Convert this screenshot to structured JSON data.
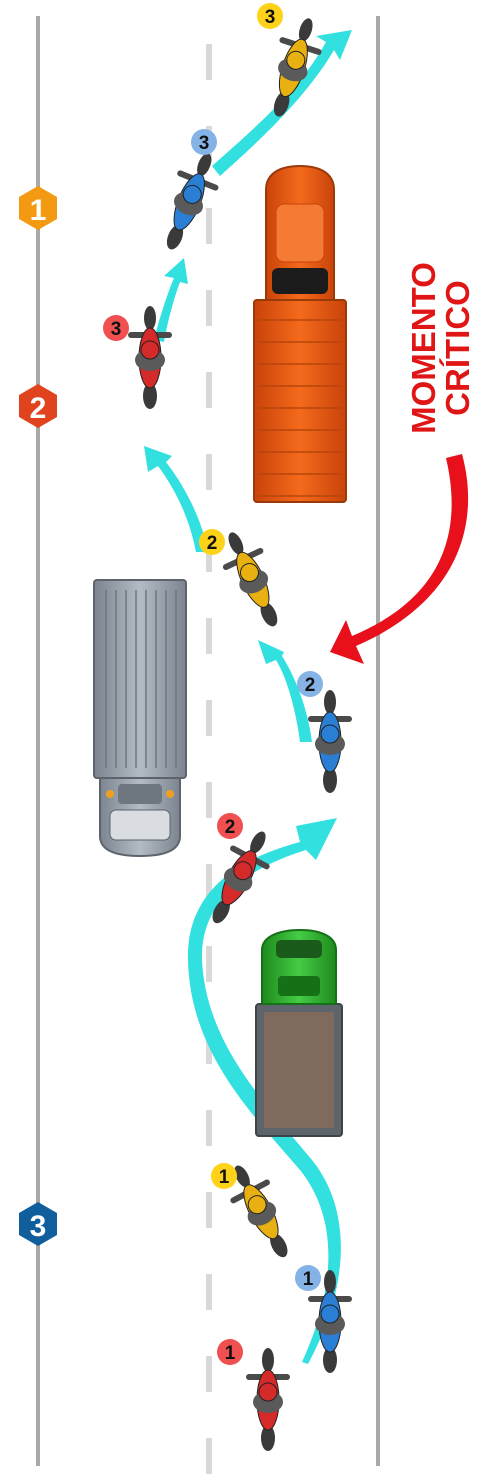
{
  "colors": {
    "background": "#ffffff",
    "edge_line": "#a9a9a9",
    "center_dash": "#d9d9d9",
    "arrow_path": "#33e0e0",
    "critical_arrow": "#e8101a",
    "critical_text": "#e01515",
    "red_moto": "#d42a2a",
    "blue_moto": "#2a7fd4",
    "yellow_moto": "#e8b010",
    "red_badge": "#f05050",
    "blue_badge": "#86b3e6",
    "yellow_badge": "#ffd21a",
    "orange_truck": "#ef5a0f",
    "grey_truck": "#9aa3ad",
    "green_truck": "#2fb52f",
    "cargo_bed": "#7f6b5e"
  },
  "markers": [
    {
      "id": "1",
      "label": "1",
      "color": "#f39a12",
      "shape": "hexagon"
    },
    {
      "id": "2",
      "label": "2",
      "color": "#e0441f",
      "shape": "hexagon"
    },
    {
      "id": "3",
      "label": "3",
      "color": "#105e9c",
      "shape": "hexagon"
    }
  ],
  "critical_moment": {
    "line1": "MOMENTO",
    "line2": "CRÍTICO"
  },
  "vehicles": {
    "trucks": [
      {
        "id": "orange-truck",
        "color": "#ef5a0f",
        "type": "truck-with-trailer",
        "facing": "up"
      },
      {
        "id": "grey-truck",
        "color": "#9aa3ad",
        "type": "box-truck",
        "facing": "down"
      },
      {
        "id": "green-truck",
        "color": "#2fb52f",
        "type": "flatbed-truck",
        "facing": "up"
      }
    ],
    "motorcycles": [
      {
        "id": "moto-yellow-3",
        "badge": "3",
        "color": "yellow"
      },
      {
        "id": "moto-blue-3",
        "badge": "3",
        "color": "blue"
      },
      {
        "id": "moto-red-3",
        "badge": "3",
        "color": "red"
      },
      {
        "id": "moto-yellow-2",
        "badge": "2",
        "color": "yellow"
      },
      {
        "id": "moto-blue-2",
        "badge": "2",
        "color": "blue"
      },
      {
        "id": "moto-red-2",
        "badge": "2",
        "color": "red"
      },
      {
        "id": "moto-yellow-1",
        "badge": "1",
        "color": "yellow"
      },
      {
        "id": "moto-blue-1",
        "badge": "1",
        "color": "blue"
      },
      {
        "id": "moto-red-1",
        "badge": "1",
        "color": "red"
      }
    ]
  }
}
